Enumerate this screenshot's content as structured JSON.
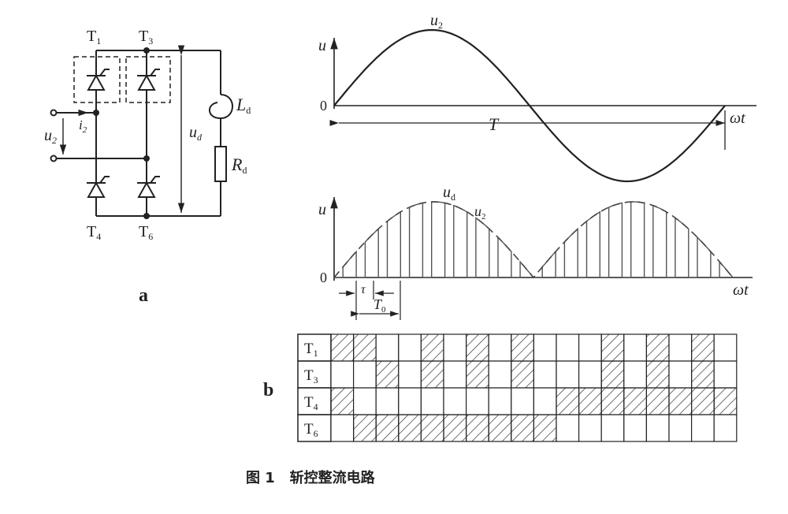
{
  "panel_a": {
    "label": "a",
    "thyristors": [
      "T",
      "T",
      "T",
      "T"
    ],
    "thyristor_subs": [
      "1",
      "3",
      "4",
      "6"
    ],
    "input_voltage": "u",
    "input_voltage_sub": "2",
    "input_current": "i",
    "input_current_sub": "2",
    "output_voltage": "u",
    "output_voltage_sub": "d",
    "inductor": "L",
    "inductor_sub": "d",
    "resistor": "R",
    "resistor_sub": "d"
  },
  "waveform_top": {
    "y_axis": "u",
    "origin": "0",
    "period_label": "T",
    "x_axis": "ωt",
    "curve": "u",
    "curve_sub": "2"
  },
  "waveform_bottom": {
    "y_axis": "u",
    "origin": "0",
    "x_axis": "ωt",
    "output": "u",
    "output_sub": "d",
    "envelope": "u",
    "envelope_sub": "2",
    "tau": "τ",
    "t0": "T",
    "t0_sub": "0",
    "pulse_count": 18
  },
  "panel_b": {
    "label": "b",
    "rows": [
      {
        "name": "T",
        "sub": "1",
        "pattern": [
          1,
          1,
          0,
          0,
          1,
          0,
          1,
          0,
          1,
          0,
          0,
          0,
          1,
          0,
          1,
          0,
          1,
          0
        ]
      },
      {
        "name": "T",
        "sub": "3",
        "pattern": [
          0,
          0,
          1,
          0,
          1,
          0,
          1,
          0,
          1,
          0,
          0,
          0,
          1,
          0,
          1,
          0,
          1,
          0
        ]
      },
      {
        "name": "T",
        "sub": "4",
        "pattern": [
          1,
          0,
          0,
          0,
          0,
          0,
          0,
          0,
          0,
          0,
          1,
          1,
          1,
          1,
          1,
          1,
          1,
          1
        ]
      },
      {
        "name": "T",
        "sub": "6",
        "pattern": [
          0,
          1,
          1,
          1,
          1,
          1,
          1,
          1,
          1,
          1,
          0,
          0,
          0,
          0,
          0,
          0,
          0,
          0
        ]
      }
    ]
  },
  "caption": "图 1   斩控整流电路"
}
